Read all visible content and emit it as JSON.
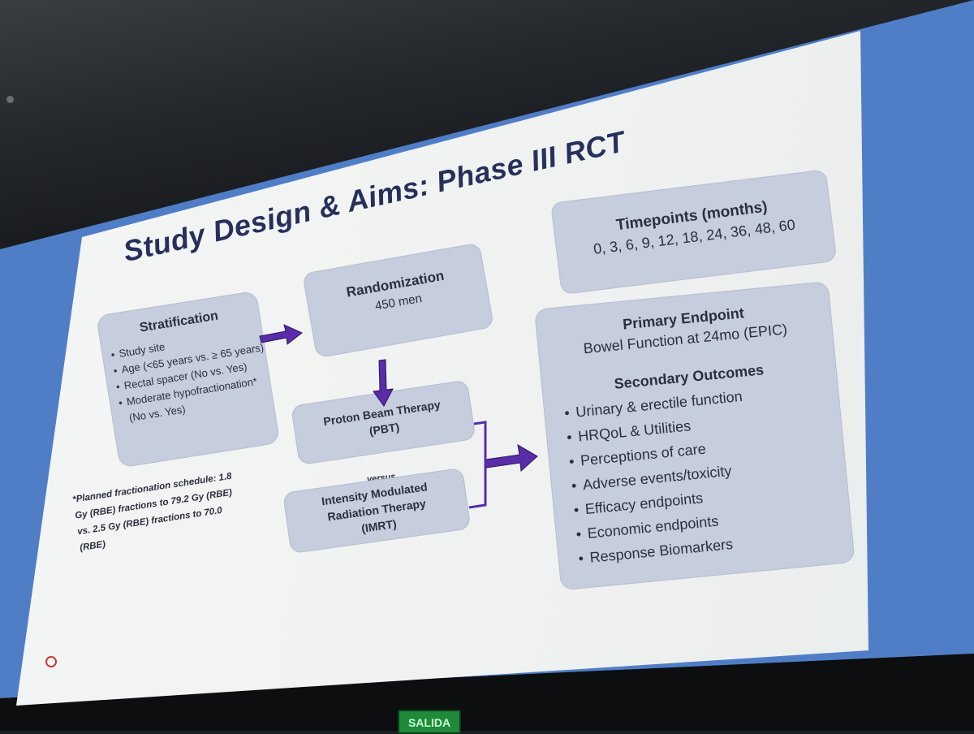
{
  "slide": {
    "title": "Study Design & Aims: Phase III RCT",
    "stratification": {
      "heading": "Stratification",
      "items": [
        "Study site",
        "Age (<65 years vs. ≥ 65 years)",
        "Rectal spacer (No vs. Yes)",
        "Moderate hypofractionation* (No vs. Yes)"
      ]
    },
    "footnote": "*Planned fractionation schedule: 1.8 Gy (RBE) fractions to 79.2 Gy (RBE) vs. 2.5 Gy (RBE) fractions to 70.0 (RBE)",
    "randomization": {
      "heading": "Randomization",
      "count": "450 men"
    },
    "arm_pbt": {
      "line1": "Proton Beam Therapy",
      "line2": "(PBT)"
    },
    "versus": "versus",
    "arm_imrt": {
      "line1": "Intensity Modulated",
      "line2": "Radiation Therapy",
      "line3": "(IMRT)"
    },
    "timepoints": {
      "heading": "Timepoints (months)",
      "values": "0, 3, 6, 9, 12, 18, 24, 36, 48, 60"
    },
    "primary": {
      "heading": "Primary Endpoint",
      "text": "Bowel Function at 24mo (EPIC)"
    },
    "secondary": {
      "heading": "Secondary Outcomes",
      "items": [
        "Urinary & erectile function",
        "HRQoL & Utilities",
        "Perceptions of care",
        "Adverse events/toxicity",
        "Efficacy endpoints",
        "Economic endpoints",
        "Response Biomarkers"
      ]
    }
  },
  "room": {
    "exit_sign": "SALIDA"
  },
  "colors": {
    "box": "#c6cddd",
    "arrow": "#5a2ca8",
    "title": "#27305a",
    "screen_wall": "#4f7ec7"
  }
}
